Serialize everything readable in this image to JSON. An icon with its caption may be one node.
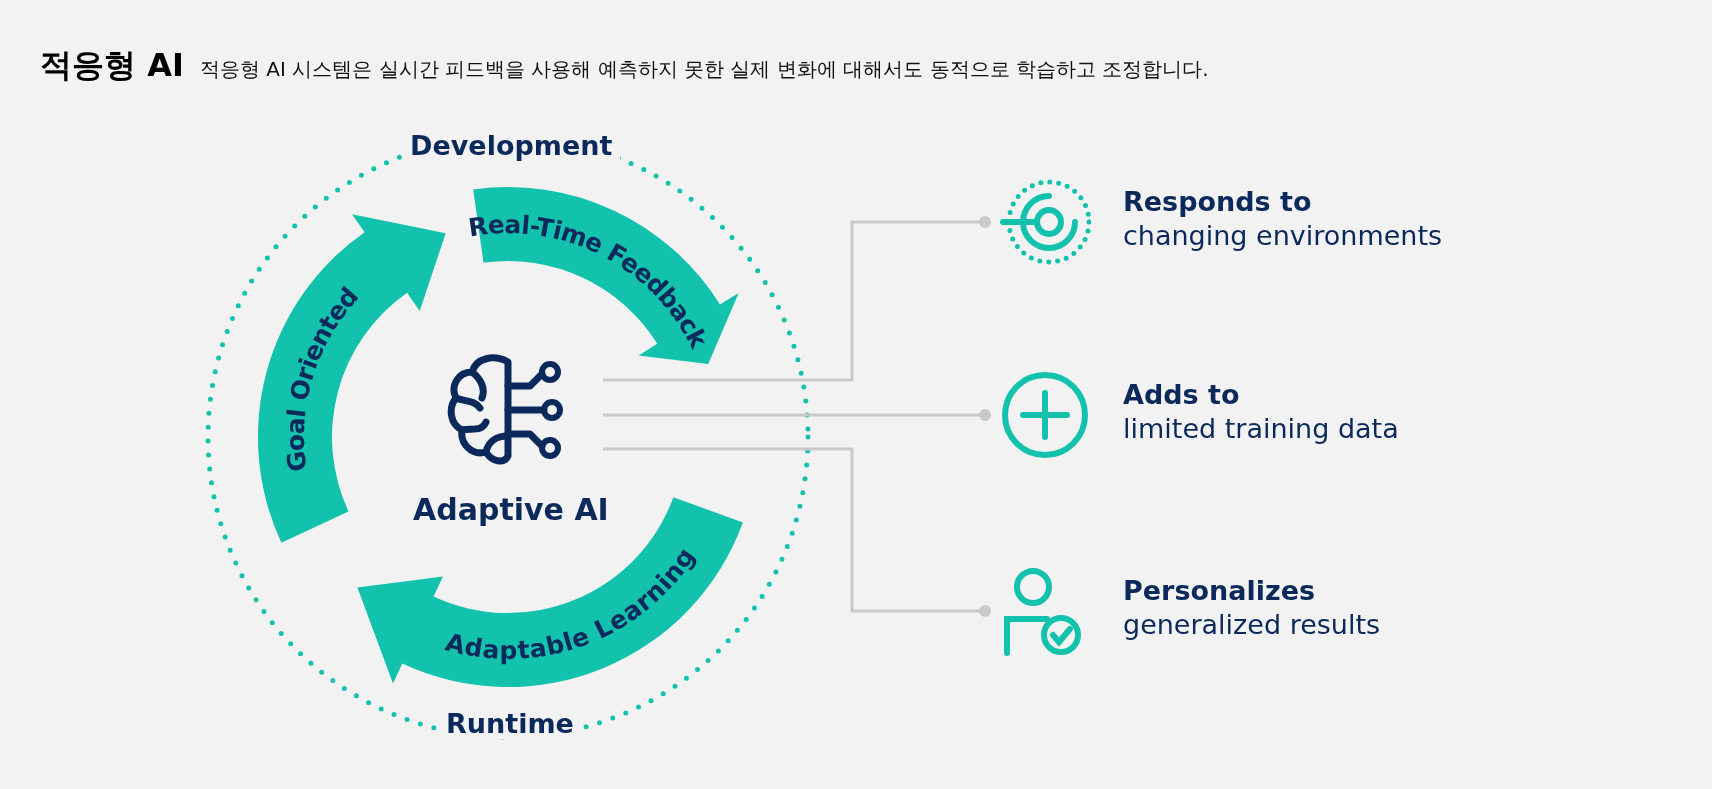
{
  "diagram": {
    "title": "적응형 AI",
    "nodes": [
      {
        "text": [
          "Adaptive AI"
        ]
      },
      {
        "text": [
          "Goal Oriented"
        ]
      },
      {
        "text": [
          "Real-Time Feedback"
        ]
      },
      {
        "text": [
          "Adaptable Learning"
        ]
      },
      {
        "text": [
          "Responds to",
          "changing environments"
        ]
      },
      {
        "text": [
          "Adds to",
          "limited training data"
        ]
      },
      {
        "text": [
          "Personalizes",
          "generalized results"
        ]
      }
    ],
    "edges": [
      {
        "from": 0,
        "to": 4,
        "arrow": "other"
      },
      {
        "from": 0,
        "to": 5,
        "arrow": "other"
      },
      {
        "from": 0,
        "to": 6,
        "arrow": "other"
      }
    ],
    "labels": [
      "적응형 AI 시스템은 실시간 피드백을 사용해 예측하지 못한 실제 변화에 대해서도 동적으로 학습하고 조정합니다.",
      "Development",
      "Runtime"
    ]
  }
}
